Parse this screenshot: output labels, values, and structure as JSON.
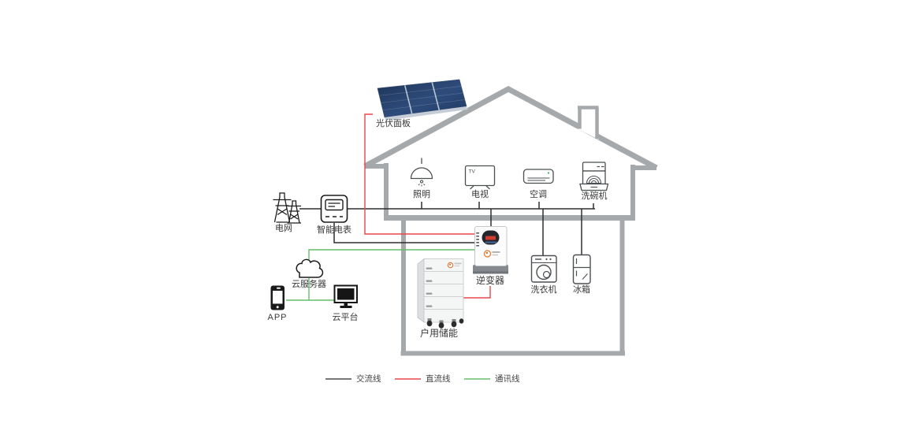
{
  "diagram": {
    "nodes": {
      "pv_panel": {
        "label": "光伏面板"
      },
      "grid": {
        "label": "电网"
      },
      "smart_meter": {
        "label": "智能电表"
      },
      "cloud_server": {
        "label": "云服务器"
      },
      "app": {
        "label": "APP"
      },
      "cloud_platform": {
        "label": "云平台"
      },
      "lighting": {
        "label": "照明"
      },
      "tv": {
        "label": "电视",
        "badge": "TV"
      },
      "air_conditioner": {
        "label": "空调"
      },
      "dishwasher": {
        "label": "洗碗机"
      },
      "inverter": {
        "label": "逆变器"
      },
      "home_storage": {
        "label": "户用储能"
      },
      "washing_machine": {
        "label": "洗衣机"
      },
      "fridge": {
        "label": "冰箱"
      }
    },
    "legend": {
      "items": [
        {
          "label": "交流线",
          "color": "#4a4a4a"
        },
        {
          "label": "直流线",
          "color": "#e8474b"
        },
        {
          "label": "通讯线",
          "color": "#67bd6b"
        }
      ]
    },
    "colors": {
      "house": "#a6a9ab",
      "ac_line": "#2f2f2f",
      "dc_line": "#e8474b",
      "comm_line": "#67bd6b",
      "panel_blue": "#24395c",
      "logo_orange": "#e0732c"
    }
  }
}
